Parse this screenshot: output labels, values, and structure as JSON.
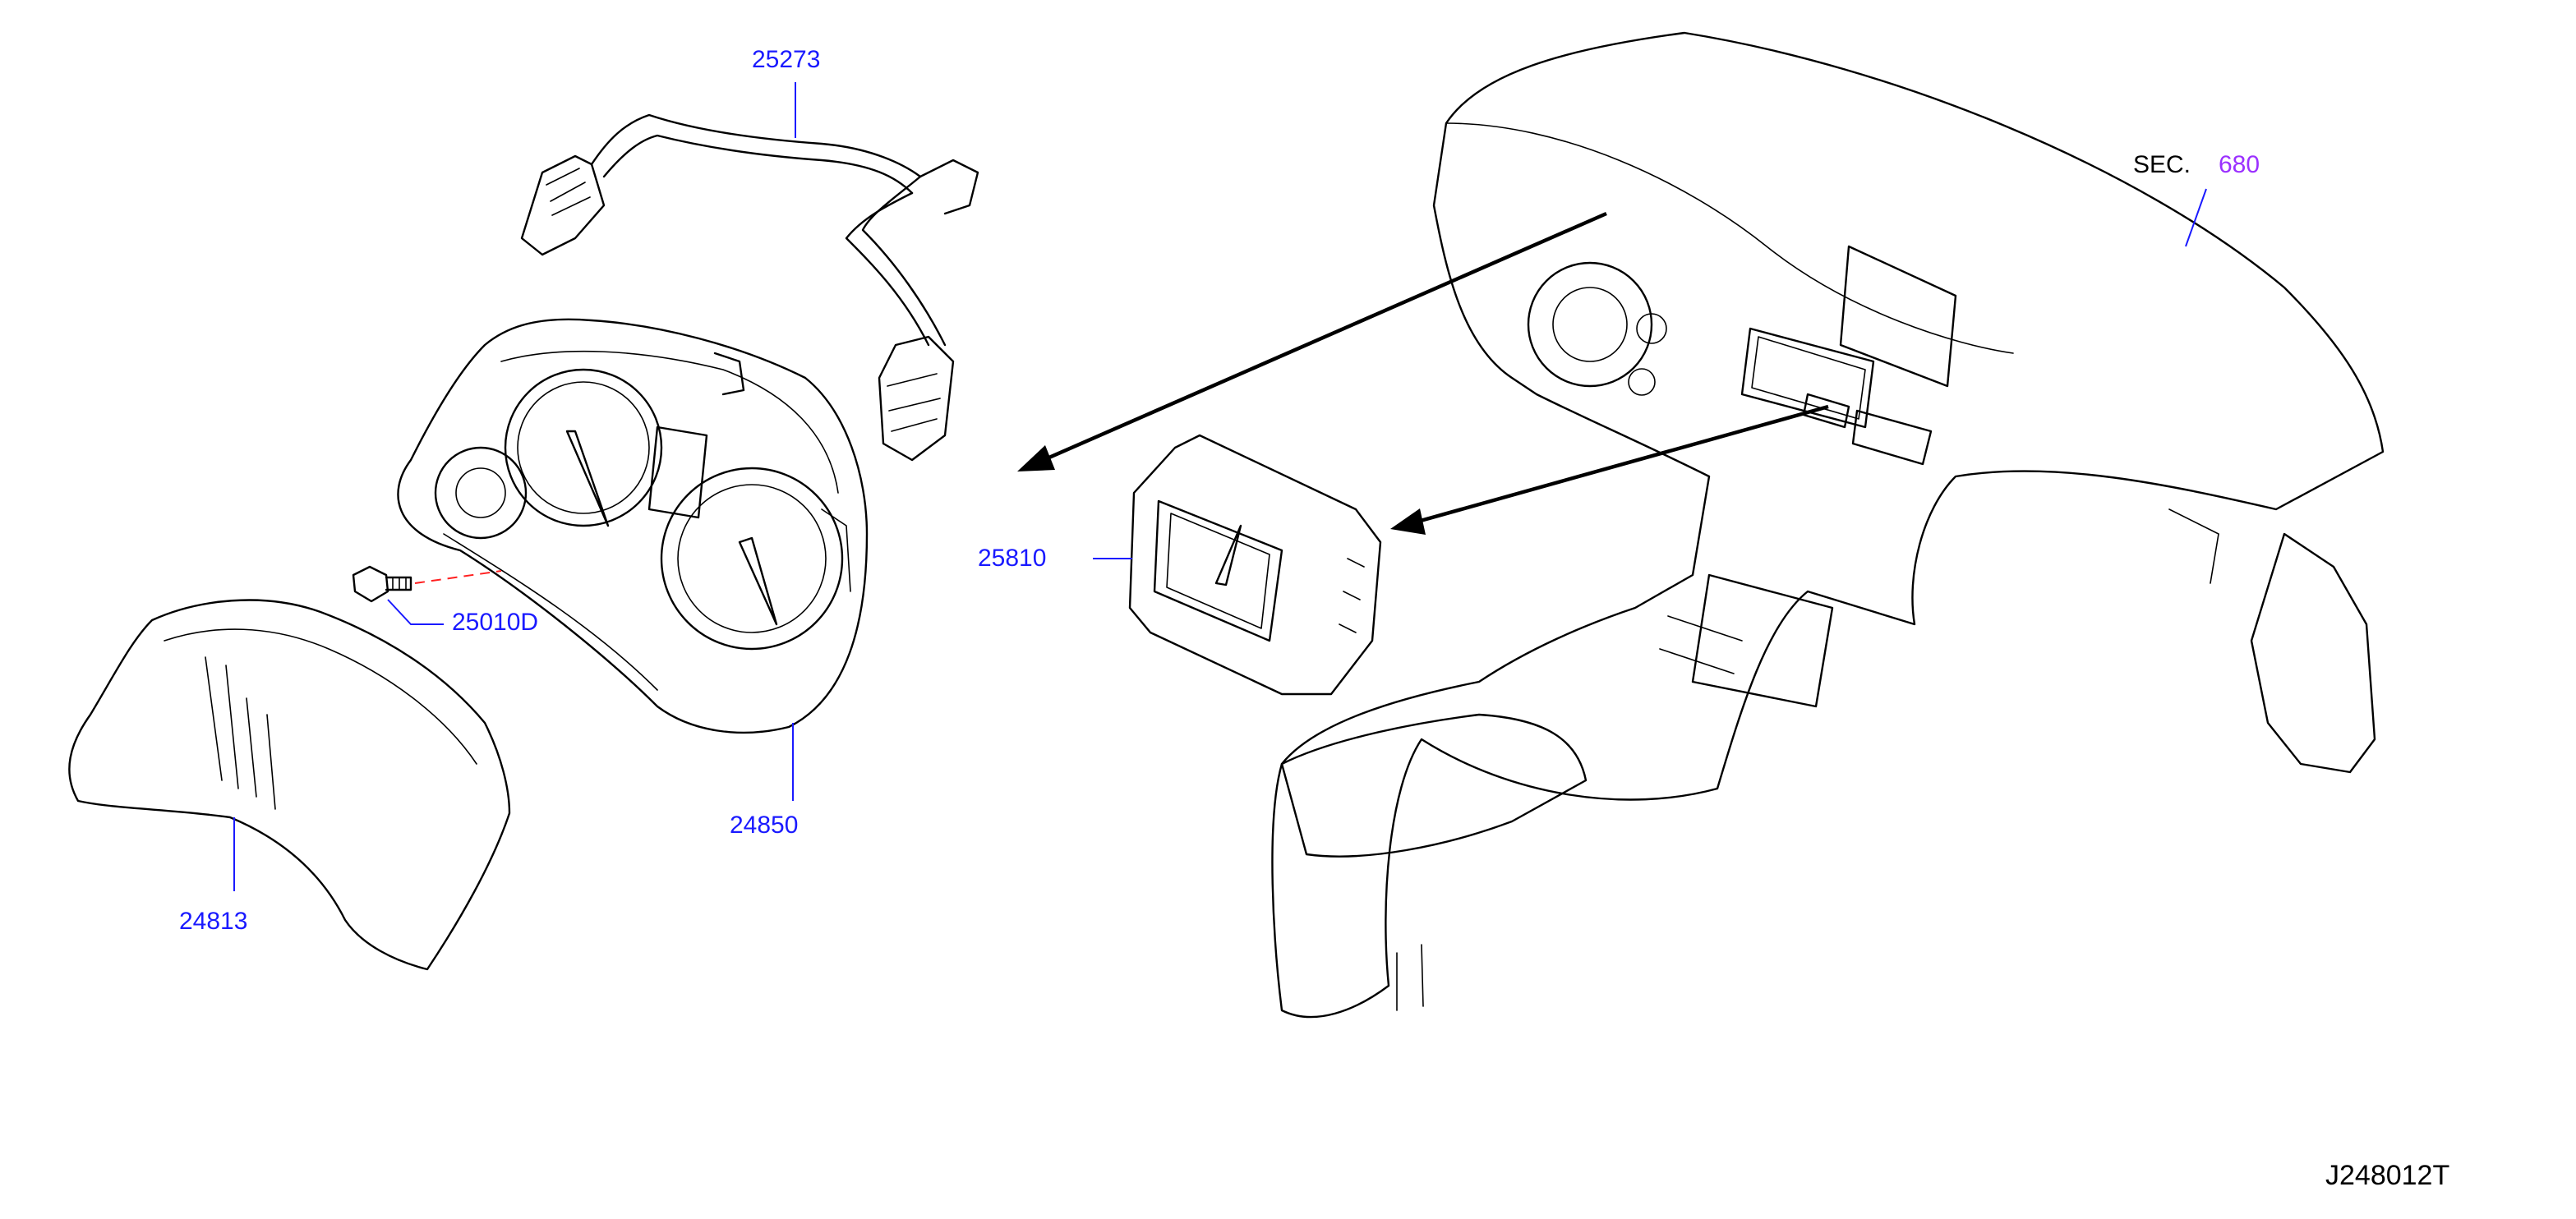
{
  "diagram": {
    "parts": [
      {
        "id": "harness",
        "number": "25273"
      },
      {
        "id": "combination-meter",
        "number": "24850"
      },
      {
        "id": "meter-cover",
        "number": "24813"
      },
      {
        "id": "screw",
        "number": "25010D"
      },
      {
        "id": "clock",
        "number": "25810"
      }
    ],
    "section_ref": {
      "prefix": "SEC.",
      "number": "680"
    },
    "diagram_code": "J248012T"
  },
  "colors": {
    "part_number": "#1a1aff",
    "section_number": "#9b30ff",
    "line_art": "#000000",
    "hidden_line": "#ff2020"
  }
}
